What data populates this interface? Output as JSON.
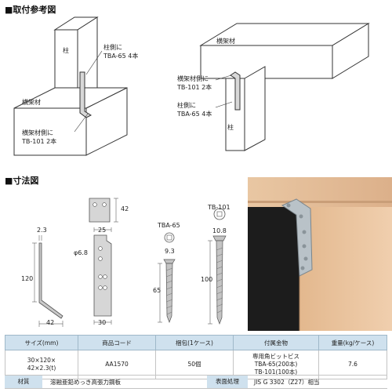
{
  "sections": {
    "install": "■取付参考図",
    "dimensions": "■寸法図"
  },
  "diagram_left": {
    "post": "柱",
    "beam": "横架材",
    "post_side_note": [
      "柱側に",
      "TBA-65  4本"
    ],
    "beam_side_note": [
      "横架材側に",
      "TB-101  2本"
    ]
  },
  "diagram_right": {
    "beam": "横架材",
    "post": "柱",
    "beam_side_note": [
      "横架材側に",
      "TB-101  2本"
    ],
    "post_side_note": [
      "柱側に",
      "TBA-65  4本"
    ]
  },
  "dimension_drawing": {
    "d_2_3": "2.3",
    "d_120": "120",
    "d_42_bottom": "42",
    "d_25": "25",
    "d_42_side": "42",
    "d_hole": "φ6.8",
    "d_30": "30",
    "screw1_name": "TBA-65",
    "screw1_head": "9.3",
    "screw1_len": "65",
    "screw2_name": "TB-101",
    "screw2_head": "10.8",
    "screw2_len": "100"
  },
  "table": {
    "headers": [
      "サイズ(mm)",
      "商品コード",
      "梱包(1ケース)",
      "付属金物",
      "重量(kg/ケース)"
    ],
    "size": [
      "30×120×",
      "42×2.3(t)"
    ],
    "code": "AA1570",
    "pack": "50個",
    "hardware": [
      "専用角ビットビス",
      "TBA-65(200本)",
      "TB-101(100本)"
    ],
    "weight": "7.6",
    "material_label": "材質",
    "material_value": "溶融亜鉛めっき高張力鋼板",
    "finish_label": "表面処理",
    "finish_value": "JIS G 3302（Z27）相当"
  }
}
